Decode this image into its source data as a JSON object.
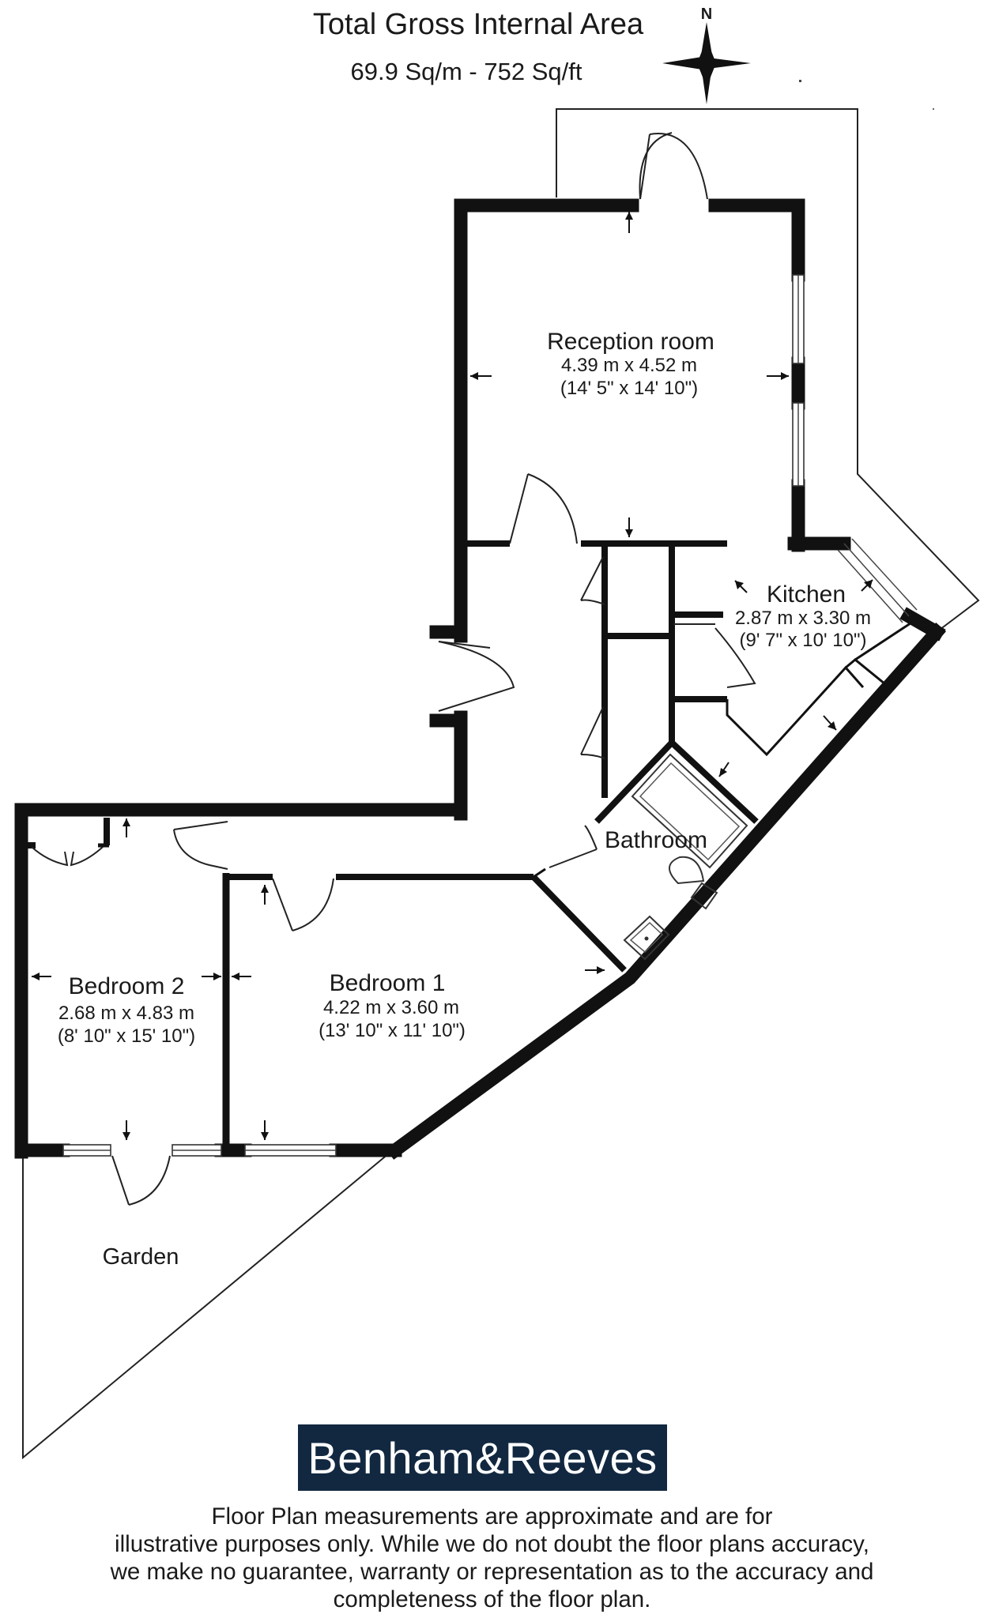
{
  "header": {
    "title": "Total Gross Internal Area",
    "area": "69.9 Sq/m - 752 Sq/ft",
    "compass_letter": "N"
  },
  "rooms": {
    "reception": {
      "name": "Reception room",
      "metric": "4.39 m x 4.52 m",
      "imperial": "(14' 5\" x 14' 10\")"
    },
    "kitchen": {
      "name": "Kitchen",
      "metric": "2.87 m x 3.30 m",
      "imperial": "(9' 7\" x 10' 10\")"
    },
    "bathroom": {
      "name": "Bathroom"
    },
    "bedroom1": {
      "name": "Bedroom 1",
      "metric": "4.22 m x 3.60 m",
      "imperial": "(13' 10\" x 11' 10\")"
    },
    "bedroom2": {
      "name": "Bedroom 2",
      "metric": "2.68 m x 4.83 m",
      "imperial": "(8' 10\" x 15' 10\")"
    },
    "garden": {
      "name": "Garden"
    }
  },
  "logo": {
    "text": "Benham&Reeves",
    "background": "#122840"
  },
  "disclaimer": {
    "line1": "Floor Plan measurements are approximate and are for",
    "line2": "illustrative purposes only.  While we do not doubt the floor plans accuracy,",
    "line3": "we make no guarantee, warranty or representation as to the accuracy and",
    "line4": "completeness of the floor plan."
  }
}
